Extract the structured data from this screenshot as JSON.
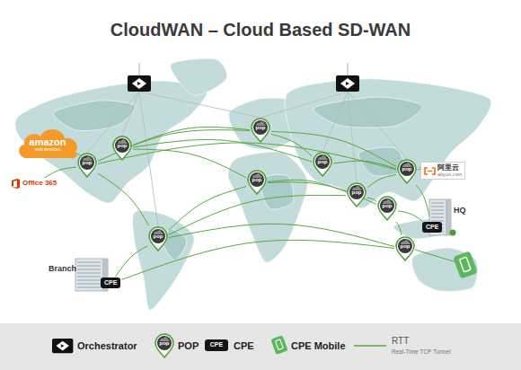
{
  "diagram": {
    "title": "CloudWAN – Cloud Based SD-WAN",
    "nodes": [
      {
        "text": [
          "pop"
        ]
      },
      {
        "text": [
          "amazon",
          "web services"
        ]
      },
      {
        "text": [
          "pop"
        ]
      },
      {
        "text": [
          "pop"
        ]
      },
      {
        "text": [
          "pop"
        ]
      },
      {
        "text": [
          "pop"
        ]
      },
      {
        "text": [
          "阿里云",
          "aliyun.com"
        ]
      },
      {
        "text": [
          "pop"
        ]
      },
      {
        "text": [
          "Office 365"
        ]
      },
      {
        "text": [
          "pop"
        ]
      },
      {
        "text": [
          "pop"
        ]
      },
      {
        "text": [
          "HQ"
        ]
      },
      {
        "text": [
          "CPE"
        ],
        "in": 11
      },
      {
        "text": [
          "pop"
        ]
      },
      {
        "text": [
          "pop"
        ]
      },
      {
        "text": [
          "Branch"
        ]
      },
      {
        "text": [
          "CPE"
        ],
        "in": 15
      }
    ],
    "edges": [
      {
        "from": 4,
        "to": 0,
        "arrow": "none"
      },
      {
        "from": 4,
        "to": 5,
        "arrow": "none"
      },
      {
        "from": 2,
        "to": 0,
        "arrow": "none"
      },
      {
        "from": 2,
        "to": 3,
        "arrow": "none"
      },
      {
        "from": 4,
        "to": 13,
        "arrow": "none"
      },
      {
        "from": 0,
        "to": 3,
        "arrow": "none"
      },
      {
        "from": 0,
        "to": 5,
        "arrow": "none"
      },
      {
        "from": 3,
        "to": 5,
        "arrow": "none"
      },
      {
        "from": 7,
        "to": 9,
        "arrow": "none"
      },
      {
        "from": 7,
        "to": 10,
        "arrow": "none"
      },
      {
        "from": 13,
        "to": 7,
        "arrow": "none"
      },
      {
        "from": 13,
        "to": 14,
        "arrow": "none"
      },
      {
        "from": 13,
        "to": 9,
        "arrow": "none"
      },
      {
        "from": 9,
        "to": 5,
        "arrow": "none"
      },
      {
        "from": 9,
        "to": 10,
        "arrow": "none"
      },
      {
        "from": 10,
        "to": 14,
        "arrow": "none"
      },
      {
        "from": 2,
        "to": 7,
        "arrow": "none"
      },
      {
        "from": 1,
        "to": 4,
        "arrow": "none"
      },
      {
        "from": 8,
        "to": 4,
        "arrow": "none"
      },
      {
        "from": 6,
        "to": 5,
        "arrow": "none"
      },
      {
        "from": 12,
        "to": 10,
        "arrow": "none"
      },
      {
        "from": 12,
        "to": 5,
        "arrow": "none"
      },
      {
        "from": 16,
        "to": 13,
        "arrow": "none"
      },
      {
        "from": 16,
        "to": 14,
        "arrow": "none"
      }
    ],
    "labels": [
      "pop",
      "CPE",
      "Real-Time TCP Tunnel"
    ],
    "legend": [
      {
        "text": "Orchestrator"
      },
      {
        "text": "POP"
      },
      {
        "text": "CPE"
      },
      {
        "text": "CPE Mobile"
      },
      {
        "text": "RTT"
      }
    ]
  }
}
